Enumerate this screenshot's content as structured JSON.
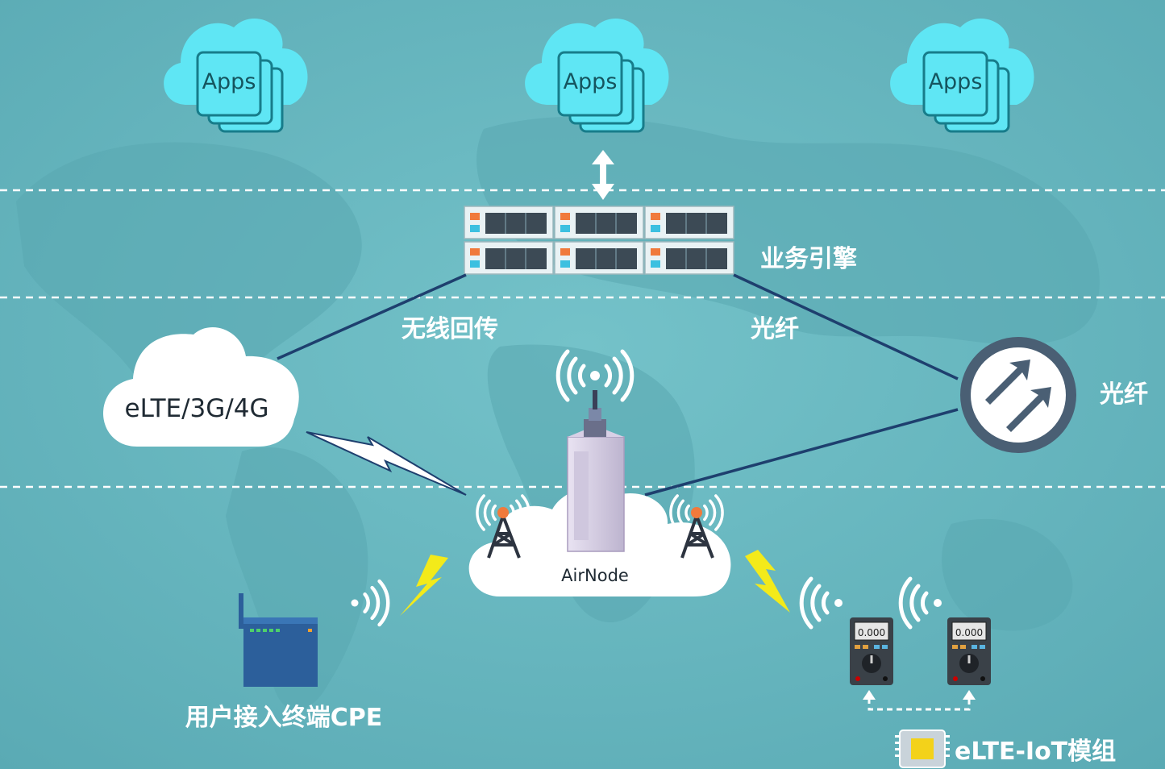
{
  "clouds": [
    {
      "label": "Apps"
    },
    {
      "label": "Apps"
    },
    {
      "label": "Apps"
    }
  ],
  "engine": {
    "label": "业务引擎"
  },
  "links": {
    "wireless_backhaul": "无线回传",
    "fiber_top": "光纤",
    "fiber_right": "光纤"
  },
  "network": {
    "label": "eLTE/3G/4G"
  },
  "airnode": {
    "label": "AirNode"
  },
  "cpe": {
    "label": "用户接入终端CPE"
  },
  "iot": {
    "label": "eLTE-IoT模组",
    "meter_reading": "0.000"
  },
  "colors": {
    "background": "#66b8c0",
    "apps_cloud": "#5fe6f4",
    "line": "#1e3f6e",
    "router_ring": "#4a5f74",
    "lightning": "#f3ea1a",
    "cpe_body": "#2c5f9b"
  }
}
